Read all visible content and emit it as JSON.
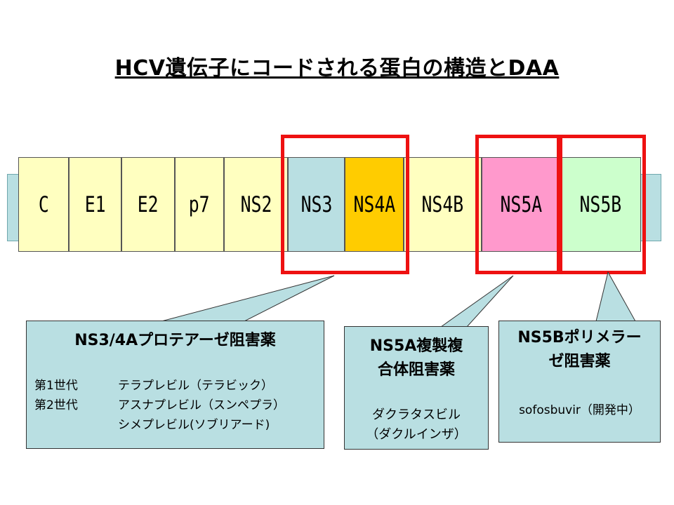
{
  "title": "HCV遺伝子にコードされる蛋白の構造とDAA",
  "genome": {
    "segments": [
      {
        "label": "C",
        "color": "#ffffc0"
      },
      {
        "label": "E1",
        "color": "#ffffc0"
      },
      {
        "label": "E2",
        "color": "#ffffc0"
      },
      {
        "label": "p7",
        "color": "#ffffc0"
      },
      {
        "label": "NS2",
        "color": "#ffffc0"
      },
      {
        "label": "NS3",
        "color": "#b9dfe2"
      },
      {
        "label": "NS4A",
        "color": "#ffcc00"
      },
      {
        "label": "NS4B",
        "color": "#ffffc0"
      },
      {
        "label": "NS5A",
        "color": "#ff99cc"
      },
      {
        "label": "NS5B",
        "color": "#ccffcc"
      }
    ]
  },
  "callouts": {
    "ns34a": {
      "title": "NS3/4Aプロテアーゼ阻害薬",
      "gen1_label": "第1世代",
      "gen1_drug": "テラプレビル（テラビック）",
      "gen2_label": "第2世代",
      "gen2_drug1": "アスナプレビル（スンペプラ）",
      "gen2_drug2": "シメプレビル(ソブリアード)"
    },
    "ns5a": {
      "title_line1": "NS5A複製複",
      "title_line2": "合体阻害薬",
      "drug_line1": "ダクラタスビル",
      "drug_line2": "（ダクルインザ）"
    },
    "ns5b": {
      "title_line1": "NS5Bポリメラー",
      "title_line2": "ゼ阻害薬",
      "drug": "sofosbuvir（開発中）"
    }
  },
  "colors": {
    "highlight_box": "#ee1111",
    "callout_fill": "#b9dfe2"
  }
}
